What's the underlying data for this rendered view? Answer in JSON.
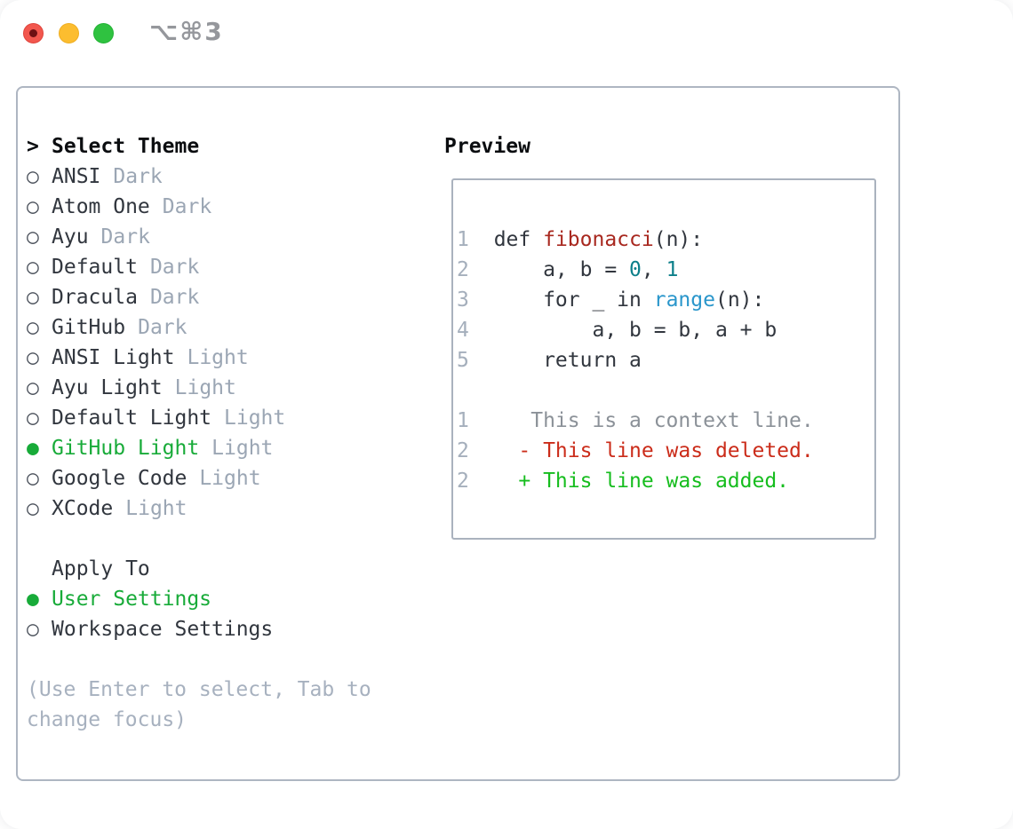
{
  "titlebar": {
    "title": "⌥⌘3"
  },
  "theme_list": {
    "header_marker": ">",
    "header": "Select Theme",
    "items": [
      {
        "marker": "○",
        "name": "ANSI",
        "variant": "Dark",
        "selected": false
      },
      {
        "marker": "○",
        "name": "Atom One",
        "variant": "Dark",
        "selected": false
      },
      {
        "marker": "○",
        "name": "Ayu",
        "variant": "Dark",
        "selected": false
      },
      {
        "marker": "○",
        "name": "Default",
        "variant": "Dark",
        "selected": false
      },
      {
        "marker": "○",
        "name": "Dracula",
        "variant": "Dark",
        "selected": false
      },
      {
        "marker": "○",
        "name": "GitHub",
        "variant": "Dark",
        "selected": false
      },
      {
        "marker": "○",
        "name": "ANSI Light",
        "variant": "Light",
        "selected": false
      },
      {
        "marker": "○",
        "name": "Ayu Light",
        "variant": "Light",
        "selected": false
      },
      {
        "marker": "○",
        "name": "Default Light",
        "variant": "Light",
        "selected": false
      },
      {
        "marker": "●",
        "name": "GitHub Light",
        "variant": "Light",
        "selected": true
      },
      {
        "marker": "○",
        "name": "Google Code",
        "variant": "Light",
        "selected": false
      },
      {
        "marker": "○",
        "name": "XCode",
        "variant": "Light",
        "selected": false
      }
    ]
  },
  "apply_to": {
    "header": "Apply To",
    "items": [
      {
        "marker": "●",
        "label": "User Settings",
        "selected": true
      },
      {
        "marker": "○",
        "label": "Workspace Settings",
        "selected": false
      }
    ]
  },
  "hint": {
    "line1": "(Use Enter to select, Tab to",
    "line2": "change focus)"
  },
  "preview": {
    "header": "Preview",
    "code_lines": [
      {
        "num": "1",
        "seg": [
          {
            "t": "  def "
          },
          {
            "t": "fibonacci"
          },
          {
            "t": "(n):"
          }
        ]
      },
      {
        "num": "2",
        "seg": [
          {
            "t": "      a, b = "
          },
          {
            "t": "0"
          },
          {
            "t": ", "
          },
          {
            "t": "1"
          }
        ]
      },
      {
        "num": "3",
        "seg": [
          {
            "t": "      for _ in "
          },
          {
            "t": "range"
          },
          {
            "t": "(n):"
          }
        ]
      },
      {
        "num": "4",
        "seg": [
          {
            "t": "          a, b = b, a + b"
          }
        ]
      },
      {
        "num": "5",
        "seg": [
          {
            "t": "      return a"
          }
        ]
      },
      {
        "num": "",
        "seg": [
          {
            "t": ""
          }
        ]
      },
      {
        "num": "1",
        "seg": [
          {
            "t": "     This is a context line."
          }
        ]
      },
      {
        "num": "2",
        "seg": [
          {
            "t": "    - This line was deleted."
          }
        ]
      },
      {
        "num": "2",
        "seg": [
          {
            "t": "    + This line was added."
          }
        ]
      }
    ]
  },
  "colors": {
    "selection_green": "#18ab39",
    "added_green": "#16bd1e",
    "deleted_red": "#cb2c1a",
    "function_red": "#a8281f",
    "number_teal": "#0d7f8a",
    "call_blue": "#2a96cb",
    "muted_gray": "#9ba6b4",
    "line_number_gray": "#a5afbc",
    "border_gray": "#aeb6c2",
    "traffic_red": "#f2574e",
    "traffic_yellow": "#fcbd2f",
    "traffic_green": "#2fc240"
  }
}
